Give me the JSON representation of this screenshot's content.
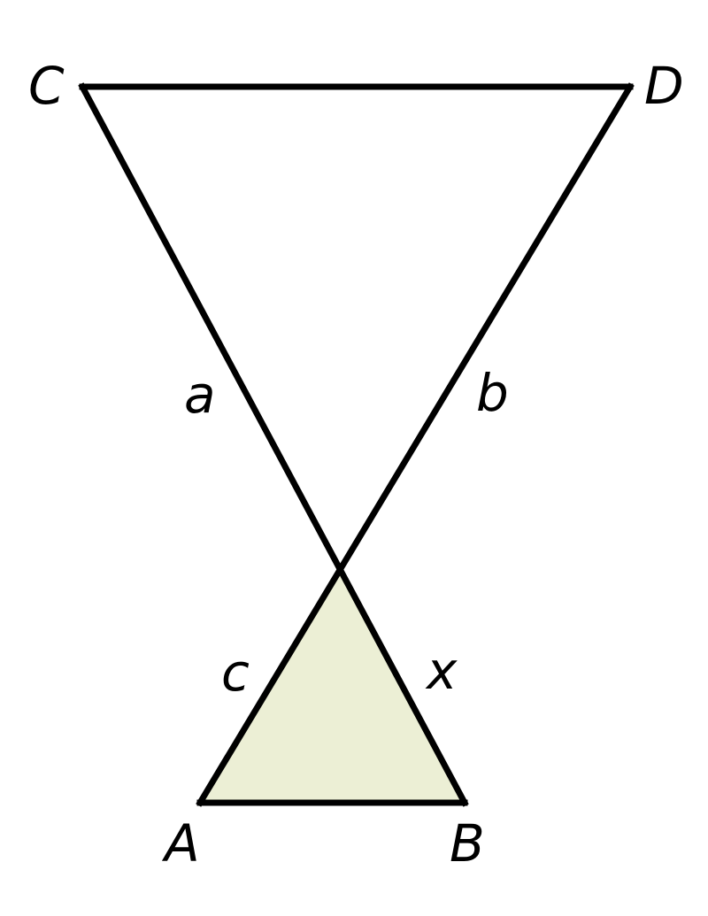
{
  "figure": {
    "shaded_fill": "#ecefd5",
    "line_color": "#000000",
    "vertex_labels": {
      "A": "A",
      "B": "B",
      "C": "C",
      "D": "D"
    },
    "side_labels": {
      "a": "a",
      "b": "b",
      "c": "c",
      "x": "x"
    }
  }
}
